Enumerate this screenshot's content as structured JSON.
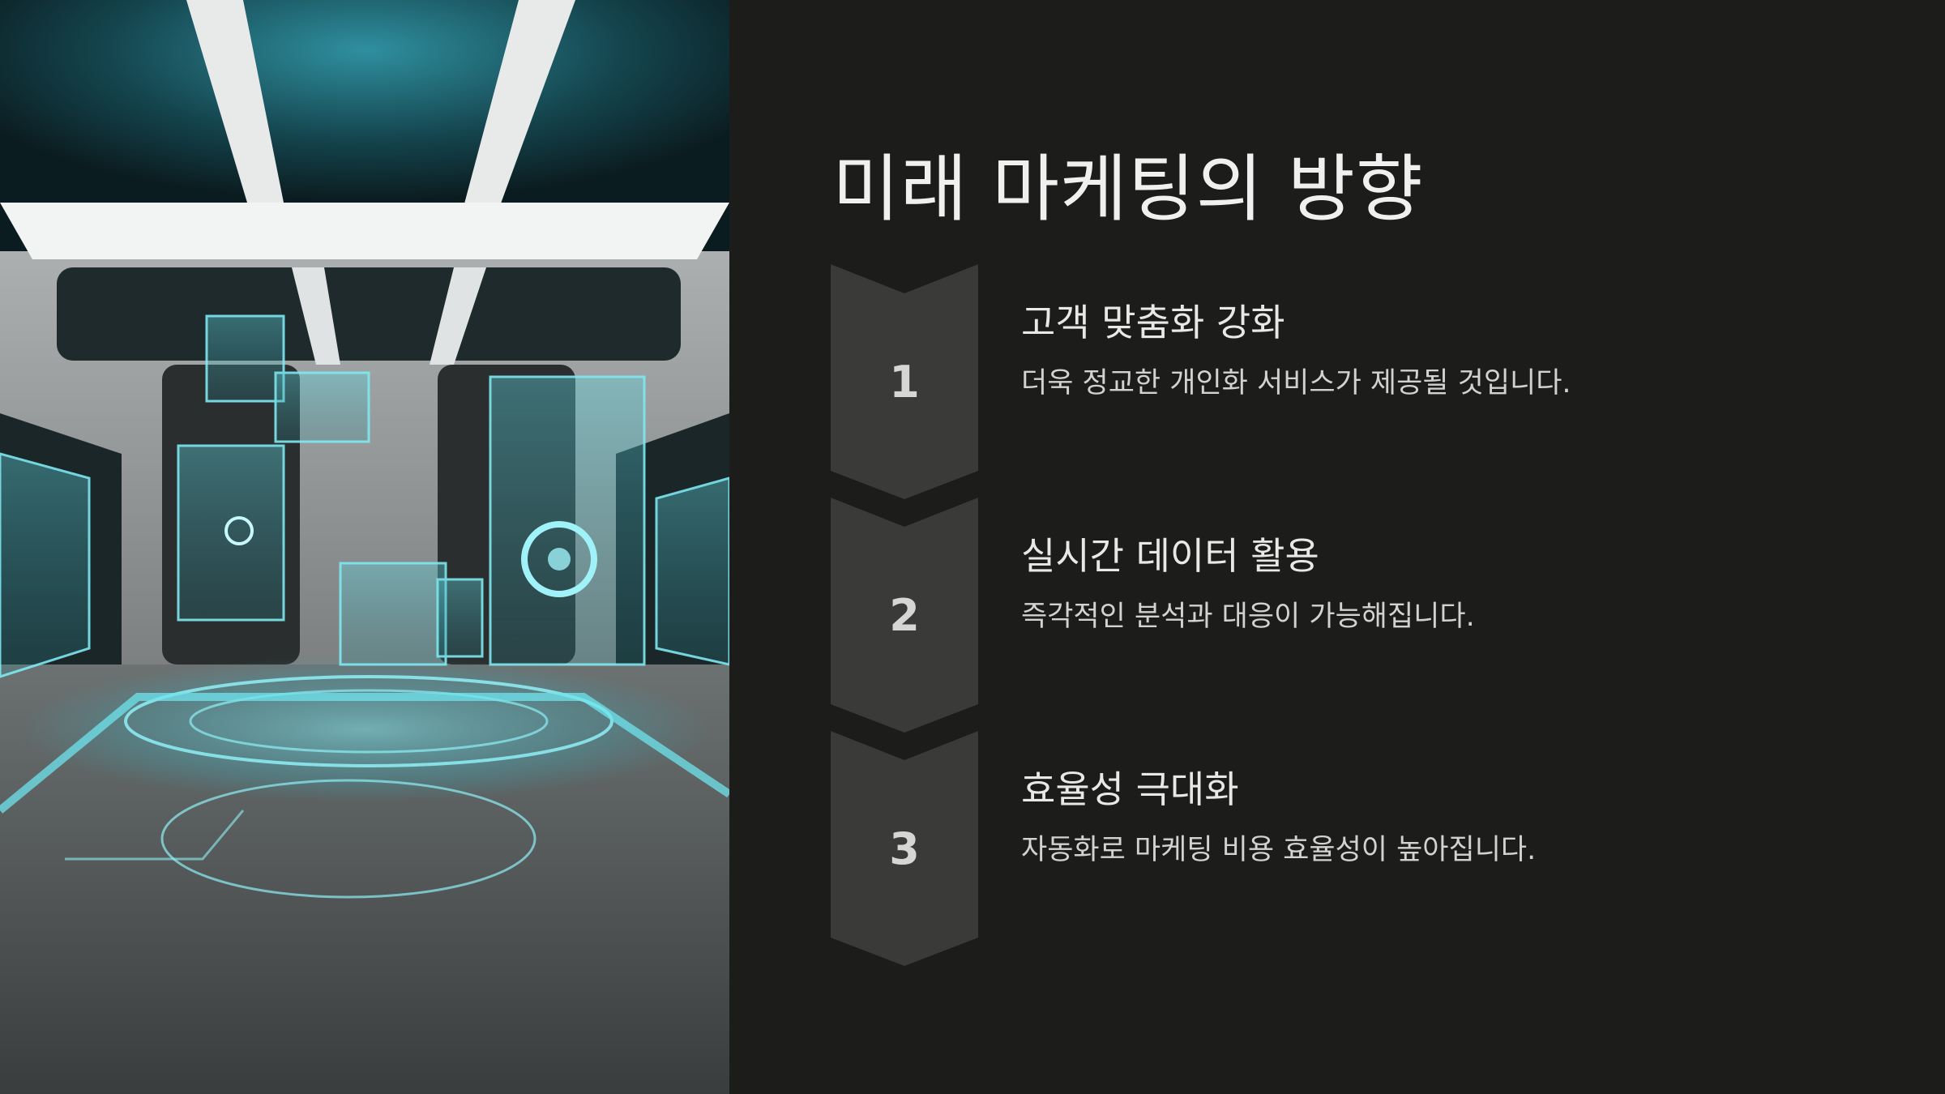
{
  "slide": {
    "title": "미래 마케팅의 방향",
    "background_color": "#1c1c1b",
    "accent_color": "#3a3a39",
    "hero_image_theme": "teal-holographic-corridor",
    "steps": [
      {
        "number": "1",
        "title": "고객 맞춤화 강화",
        "description": "더욱 정교한 개인화 서비스가 제공될 것입니다."
      },
      {
        "number": "2",
        "title": "실시간 데이터 활용",
        "description": "즉각적인 분석과 대응이 가능해집니다."
      },
      {
        "number": "3",
        "title": "효율성 극대화",
        "description": "자동화로 마케팅 비용 효율성이 높아집니다."
      }
    ]
  }
}
